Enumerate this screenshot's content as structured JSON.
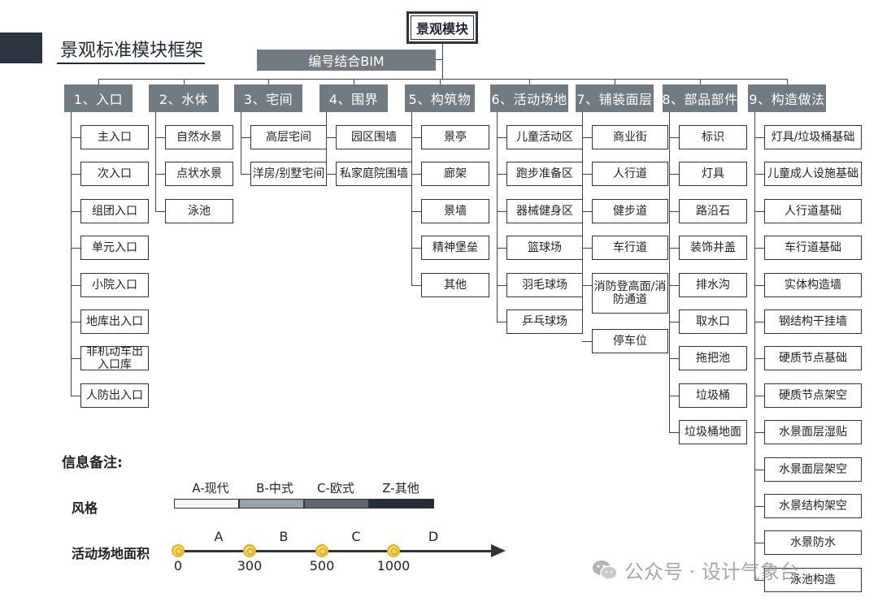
{
  "title": "景观标准模块框架",
  "root": "景观模块",
  "bim": "编号结合BIM",
  "categories": [
    {
      "label": "1、入口",
      "items": [
        "主入口",
        "次入口",
        "组团入口",
        "单元入口",
        "小院入口",
        "地库出入口",
        "非机动车出入口库",
        "人防出入口"
      ]
    },
    {
      "label": "2、水体",
      "items": [
        "自然水景",
        "点状水景",
        "泳池"
      ]
    },
    {
      "label": "3、宅间",
      "items": [
        "高层宅间",
        "洋房/别墅宅间"
      ]
    },
    {
      "label": "4、围界",
      "items": [
        "园区围墙",
        "私家庭院围墙"
      ]
    },
    {
      "label": "5、构筑物",
      "items": [
        "景亭",
        "廊架",
        "景墙",
        "精神堡垒",
        "其他"
      ]
    },
    {
      "label": "6、活动场地",
      "items": [
        "儿童活动区",
        "跑步准备区",
        "器械健身区",
        "篮球场",
        "羽毛球场",
        "乒乓球场"
      ]
    },
    {
      "label": "7、铺装面层",
      "items": [
        "商业街",
        "人行道",
        "健步道",
        "车行道",
        "消防登高面/消防通道",
        "停车位"
      ]
    },
    {
      "label": "8、部品部件",
      "items": [
        "标识",
        "灯具",
        "路沿石",
        "装饰井盖",
        "排水沟",
        "取水口",
        "拖把池",
        "垃圾桶",
        "垃圾桶地面"
      ]
    },
    {
      "label": "9、构造做法",
      "items": [
        "灯具/垃圾桶基础",
        "儿童成人设施基础",
        "人行道基础",
        "车行道基础",
        "实体构造墙",
        "钢结构干挂墙",
        "硬质节点基础",
        "硬质节点架空",
        "水景面层湿贴",
        "水景面层架空",
        "水景结构架空",
        "水景防水",
        "泳池构造"
      ]
    }
  ],
  "notes": {
    "title": "信息备注:",
    "style_label": "风格",
    "styles": [
      {
        "name": "A-现代",
        "color": "#f4f6f8"
      },
      {
        "name": "B-中式",
        "color": "#9aa1a7"
      },
      {
        "name": "C-欧式",
        "color": "#606870"
      },
      {
        "name": "Z-其他",
        "color": "#262d36"
      }
    ],
    "area_label": "活动场地面积",
    "segments": [
      "A",
      "B",
      "C",
      "D"
    ],
    "ticks": [
      "0",
      "300",
      "500",
      "1000"
    ]
  },
  "watermark": "公众号 · 设计气象台"
}
